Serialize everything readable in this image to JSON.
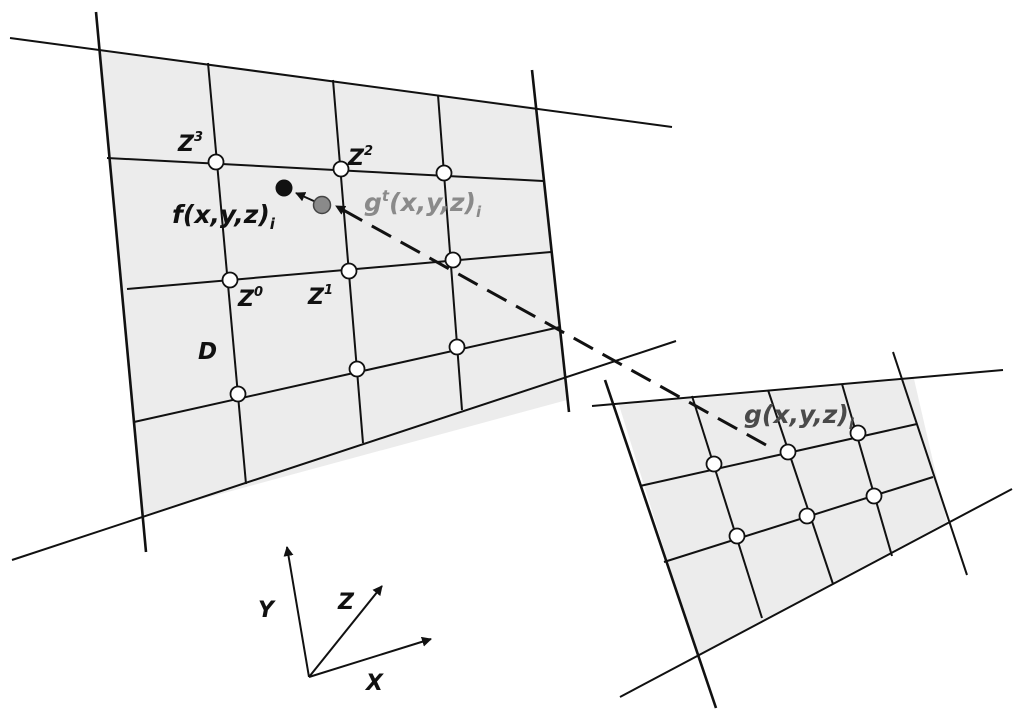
{
  "diagram": {
    "labels": {
      "z3": {
        "base": "Z",
        "sup": "3"
      },
      "z2": {
        "base": "Z",
        "sup": "2"
      },
      "z0": {
        "base": "Z",
        "sup": "0"
      },
      "z1": {
        "base": "Z",
        "sup": "1"
      },
      "f": {
        "main": "f(x,y,z)",
        "sub": "i"
      },
      "gt": {
        "g": "g",
        "sup": "t",
        "rest": "(x,y,z)",
        "sub": "i"
      },
      "g": {
        "main": "g(x,y,z)",
        "sub": "i"
      },
      "d": "D",
      "axis_x": "X",
      "axis_y": "Y",
      "axis_z": "Z"
    },
    "colors": {
      "panel_fill": "#ececec",
      "line": "#111111",
      "grey_point": "#8a8a8a",
      "grey_label": "#8a8a8a"
    }
  }
}
